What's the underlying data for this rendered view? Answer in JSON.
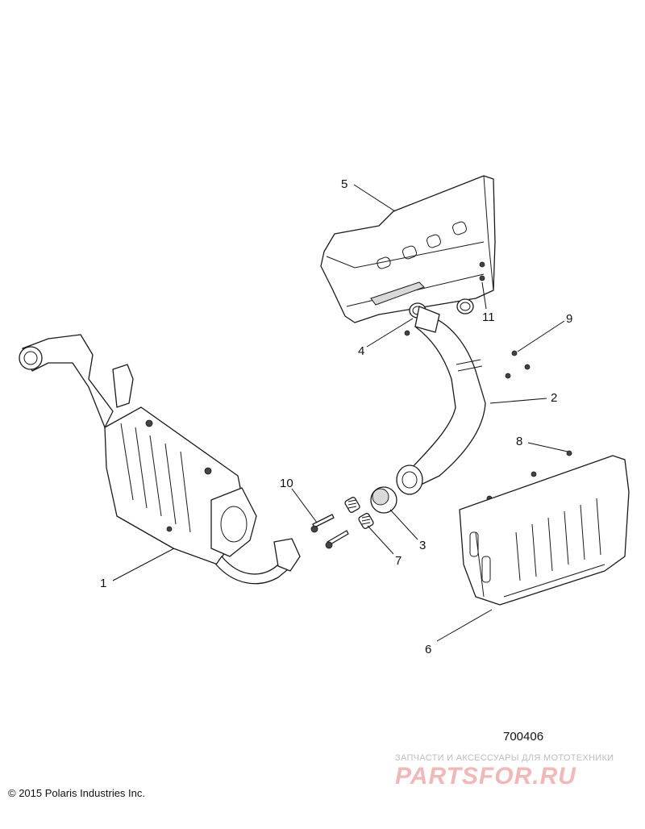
{
  "diagram": {
    "callouts": [
      {
        "id": "1",
        "label": "1"
      },
      {
        "id": "2",
        "label": "2"
      },
      {
        "id": "3",
        "label": "3"
      },
      {
        "id": "4",
        "label": "4"
      },
      {
        "id": "5",
        "label": "5"
      },
      {
        "id": "6",
        "label": "6"
      },
      {
        "id": "7",
        "label": "7"
      },
      {
        "id": "8",
        "label": "8"
      },
      {
        "id": "9",
        "label": "9"
      },
      {
        "id": "10",
        "label": "10"
      },
      {
        "id": "11",
        "label": "11"
      }
    ],
    "figure_code": "700406",
    "copyright": "© 2015 Polaris Industries Inc."
  },
  "watermark": {
    "tagline": "ЗАПЧАСТИ И АКСЕССУАРЫ ДЛЯ МОТОТЕХНИКИ",
    "logo": "PARTSFOR.RU"
  }
}
